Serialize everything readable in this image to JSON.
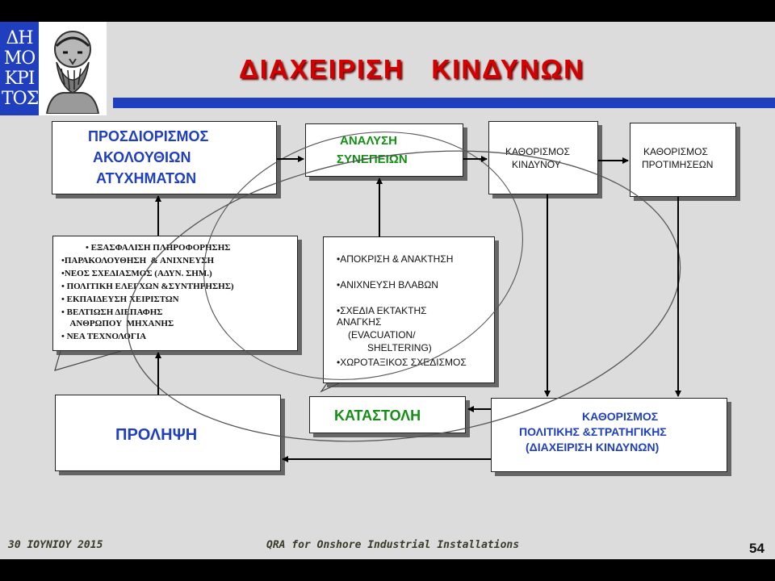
{
  "logo": {
    "letters": [
      "ΔΗ",
      "ΜΟ",
      "ΚΡΙ",
      "ΤΟΣ"
    ]
  },
  "title": "ΔΙΑΧΕΙΡΙΣΗ   ΚΙΝΔΥΝΩΝ",
  "boxes": {
    "sequences": [
      "ΠΡΟΣΔΙΟΡΙΣΜΟΣ",
      "ΑΚΟΛΟΥΘΙΩΝ",
      "ΑΤΥΧΗΜΑΤΩΝ"
    ],
    "consequences": [
      "ΑΝΑΛΥΣΗ",
      "ΣΥΝΕΠΕΙΩΝ"
    ],
    "risk_definition": [
      "ΚΑΘΟΡΙΣΜΟΣ",
      "ΚΙΝΔΥΝΟΥ"
    ],
    "preferences": [
      "ΚΑΘΟΡΙΣΜΟΣ",
      "ΠΡΟΤΙΜΗΣΕΩΝ"
    ],
    "prevention_measures": [
      "• ΕΞΑΣΦΑΛΙΣΗ ΠΛΗΡΟΦΟΡΗΣΗΣ",
      "•ΠΑΡΑΚΟΛΟΥΘΗΣΗ  & ΑΝΙΧΝΕΥΣΗ",
      "•ΝΕΟΣ ΣΧΕΔΙΑΣΜΟΣ (ΑΔΥΝ. ΣΗΜ.)",
      "• ΠΟΛΙΤΙΚΗ ΕΛΕΓΧΩΝ &ΣΥΝΤΗΡΗΣΗΣ)",
      "• ΕΚΠΑΙΔΕΥΣΗ ΧΕΙΡΙΣΤΩΝ",
      "• ΒΕΛΤΙΩΣΗ ΔΙΕΠΑΦΗΣ",
      "    ΑΝΘΡΩΠΟΥ  ΜΗΧΑΝΗΣ",
      "• ΝΕΑ ΤΕΧΝΟΛΟΓΙΑ"
    ],
    "response_measures": [
      "•ΑΠΟΚΡΙΣΗ & ΑΝΑΚΤΗΣΗ",
      "•ΑΝΙΧΝΕΥΣΗ ΒΛΑΒΩΝ",
      "•ΣΧΕΔΙΑ ΕΚΤΑΚΤΗΣ",
      "ΑΝΑΓΚΗΣ",
      "(EVACUATION/",
      "SHELTERING)",
      "•ΧΩΡΟΤΑΞΙΚΟΣ ΣΧΕΔΙΣΜΟΣ"
    ],
    "prevention": "ΠΡΟΛΗΨΗ",
    "mitigation": "ΚΑΤΑΣΤΟΛΗ",
    "policy": [
      "ΚΑΘΟΡΙΣΜΟΣ",
      "ΠΟΛΙΤΙΚΗΣ &ΣΤΡΑΤΗΓΙΚΗΣ",
      "(ΔΙΑΧΕΙΡΙΣΗ ΚΙΝΔΥΝΩΝ)"
    ]
  },
  "footer": {
    "date": "30 ΙΟΥΝΙΟΥ 2015",
    "subject": "QRA for Onshore Industrial Installations",
    "page": "54"
  },
  "colors": {
    "title": "#d40000",
    "accent_blue": "#1f3fbf",
    "green": "#138f13",
    "background": "#dcdcdc"
  }
}
